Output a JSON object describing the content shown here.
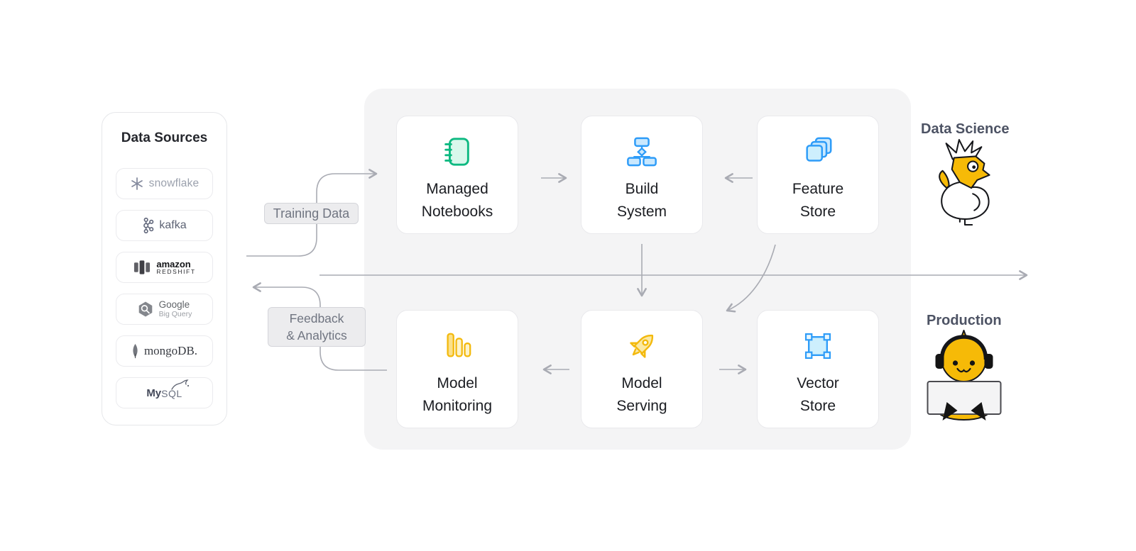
{
  "data_sources": {
    "title": "Data Sources",
    "items": [
      {
        "id": "snowflake",
        "text": "snowflake"
      },
      {
        "id": "kafka",
        "text": "kafka"
      },
      {
        "id": "amazon-redshift",
        "line1": "amazon",
        "line2": "REDSHIFT"
      },
      {
        "id": "google-bigquery",
        "line1": "Google",
        "line2": "Big Query"
      },
      {
        "id": "mongodb",
        "text": "mongoDB."
      },
      {
        "id": "mysql",
        "text_bold": "My",
        "text_rest": "SQL"
      }
    ]
  },
  "platform": {
    "boxes": [
      {
        "id": "managed-notebooks",
        "icon": "notebook-icon",
        "line1": "Managed",
        "line2": "Notebooks"
      },
      {
        "id": "build-system",
        "icon": "workflow-icon",
        "line1": "Build",
        "line2": "System"
      },
      {
        "id": "feature-store",
        "icon": "stacked-squares-icon",
        "line1": "Feature",
        "line2": "Store"
      },
      {
        "id": "model-monitoring",
        "icon": "bar-chart-icon",
        "line1": "Model",
        "line2": "Monitoring"
      },
      {
        "id": "model-serving",
        "icon": "rocket-icon",
        "line1": "Model",
        "line2": "Serving"
      },
      {
        "id": "vector-store",
        "icon": "bounding-box-icon",
        "line1": "Vector",
        "line2": "Store"
      }
    ]
  },
  "connectors": {
    "training_data": "Training Data",
    "feedback_line1": "Feedback",
    "feedback_line2": "& Analytics"
  },
  "personas": {
    "data_science": "Data Science",
    "production": "Production"
  },
  "colors": {
    "arrow_gray": "#a9abb3",
    "panel_bg": "#f4f4f5",
    "label_bg": "#ececee",
    "label_text": "#6f7480",
    "heading_text": "#4d5364",
    "node_green": "#0db981",
    "node_blue": "#2e9cf8",
    "node_yellow": "#f3b90d"
  }
}
